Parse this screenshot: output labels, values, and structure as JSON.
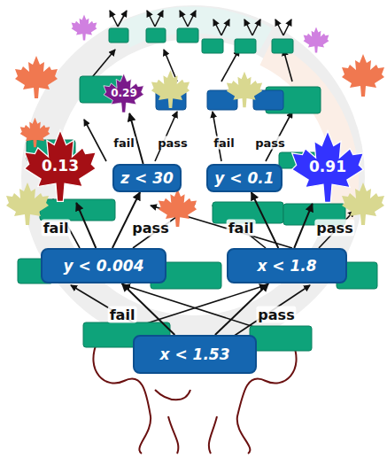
{
  "diagram": {
    "nodes": [
      {
        "text": [
          "0.29"
        ]
      },
      {
        "text": [
          "0.13"
        ]
      },
      {
        "text": [
          "z < 30"
        ]
      },
      {
        "text": [
          "y < 0.1"
        ]
      },
      {
        "text": [
          "0.91"
        ]
      },
      {
        "text": [
          "y < 0.004"
        ]
      },
      {
        "text": [
          "x < 1.8"
        ]
      },
      {
        "text": [
          "x < 1.53"
        ]
      }
    ],
    "edges": [
      {
        "from": 7,
        "to": 5,
        "label": "fail",
        "arrow": "to"
      },
      {
        "from": 7,
        "to": 6,
        "label": "pass",
        "arrow": "to"
      },
      {
        "from": 5,
        "to": 1,
        "label": "fail",
        "arrow": "to"
      },
      {
        "from": 5,
        "to": 2,
        "label": "pass",
        "arrow": "to"
      },
      {
        "from": 6,
        "to": 3,
        "label": "fail",
        "arrow": "to"
      },
      {
        "from": 6,
        "to": 4,
        "label": "pass",
        "arrow": "to"
      },
      {
        "from": 2,
        "to": 0,
        "label": "fail",
        "arrow": "to"
      }
    ],
    "labels": [
      "pass",
      "fail",
      "pass"
    ]
  }
}
